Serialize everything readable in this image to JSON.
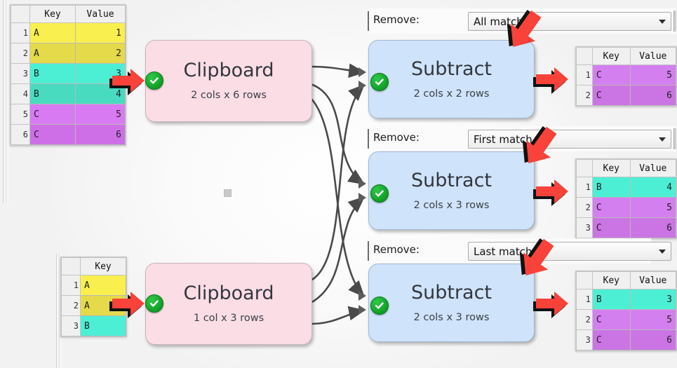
{
  "app": {
    "canvas_label": "flow-canvas"
  },
  "tables": {
    "source_top": {
      "name": "clipboard-top-input-table",
      "columns": [
        "Key",
        "Value"
      ],
      "rows": [
        {
          "n": "1",
          "key": "A",
          "value": "1"
        },
        {
          "n": "2",
          "key": "A",
          "value": "2"
        },
        {
          "n": "3",
          "key": "B",
          "value": "3"
        },
        {
          "n": "4",
          "key": "B",
          "value": "4"
        },
        {
          "n": "5",
          "key": "C",
          "value": "5"
        },
        {
          "n": "6",
          "key": "C",
          "value": "6"
        }
      ]
    },
    "source_bottom": {
      "name": "clipboard-bottom-input-table",
      "columns": [
        "Key"
      ],
      "rows": [
        {
          "n": "1",
          "key": "A"
        },
        {
          "n": "2",
          "key": "A"
        },
        {
          "n": "3",
          "key": "B"
        }
      ]
    },
    "result_all": {
      "name": "subtract-all-matches-result-table",
      "columns": [
        "Key",
        "Value"
      ],
      "rows": [
        {
          "n": "1",
          "key": "C",
          "value": "5"
        },
        {
          "n": "2",
          "key": "C",
          "value": "6"
        }
      ]
    },
    "result_first": {
      "name": "subtract-first-match-result-table",
      "columns": [
        "Key",
        "Value"
      ],
      "rows": [
        {
          "n": "1",
          "key": "B",
          "value": "4"
        },
        {
          "n": "2",
          "key": "C",
          "value": "5"
        },
        {
          "n": "3",
          "key": "C",
          "value": "6"
        }
      ]
    },
    "result_last": {
      "name": "subtract-last-match-result-table",
      "columns": [
        "Key",
        "Value"
      ],
      "rows": [
        {
          "n": "1",
          "key": "B",
          "value": "3"
        },
        {
          "n": "2",
          "key": "C",
          "value": "5"
        },
        {
          "n": "3",
          "key": "C",
          "value": "6"
        }
      ]
    }
  },
  "nodes": {
    "clipboard_top": {
      "title": "Clipboard",
      "subtitle": "2 cols x 6 rows"
    },
    "clipboard_bottom": {
      "title": "Clipboard",
      "subtitle": "1 col x 3 rows"
    },
    "subtract_all": {
      "title": "Subtract",
      "subtitle": "2 cols x 2 rows"
    },
    "subtract_first": {
      "title": "Subtract",
      "subtitle": "2 cols x 3 rows"
    },
    "subtract_last": {
      "title": "Subtract",
      "subtitle": "2 cols x 3 rows"
    }
  },
  "remove_rows": [
    {
      "label": "Remove:",
      "value": "All matches"
    },
    {
      "label": "Remove:",
      "value": "First match"
    },
    {
      "label": "Remove:",
      "value": "Last match"
    }
  ],
  "colors": {
    "clipboard_fill": "#fbdde6",
    "subtract_fill": "#cfe3fa",
    "ok_badge": "#0f9b22",
    "annotation_arrow": "#f9423a",
    "connector": "#4a4a4a",
    "group_yellow": "#f9ef4e",
    "group_cyan": "#4defd4",
    "group_purple": "#d87af2"
  },
  "icons": {
    "check": "check-icon",
    "combo_arrow": "chevron-down-icon",
    "pointer_arrow": "arrow-right-icon",
    "input_caret": "input-connector-icon"
  }
}
